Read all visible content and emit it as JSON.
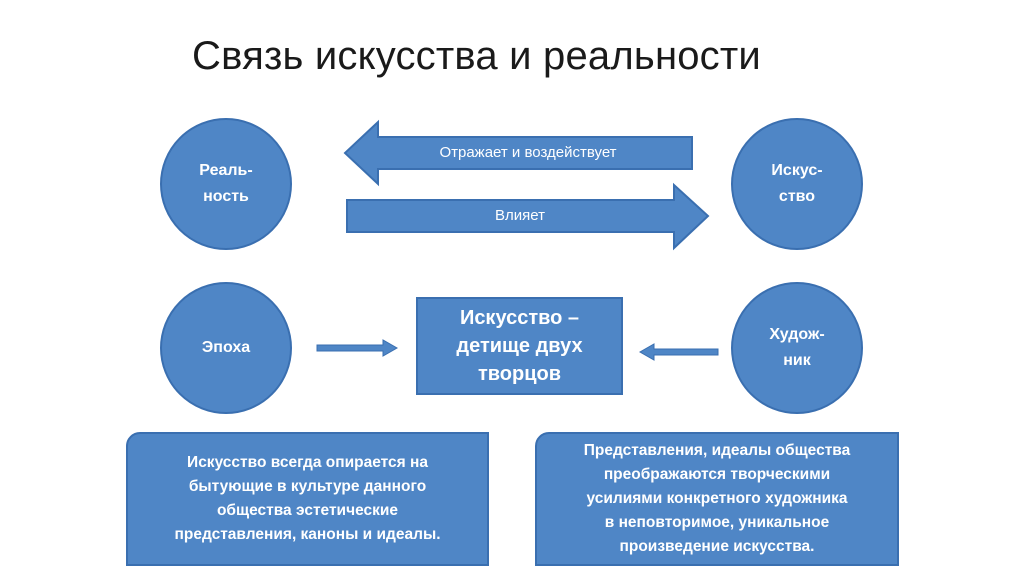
{
  "title": "Связь искусства и реальности",
  "nodes": {
    "reality": [
      "Реаль-",
      "ность"
    ],
    "art": [
      "Искус-",
      "ство"
    ],
    "epoch": [
      "Эпоха"
    ],
    "artist": [
      "Худож-",
      "ник"
    ]
  },
  "arrows": {
    "reflects": "Отражает и воздействует",
    "influences": "Влияет"
  },
  "center": [
    "Искусство –",
    "детище двух",
    "творцов"
  ],
  "notes": {
    "left": [
      "Искусство всегда опирается на",
      "бытующие в культуре данного",
      "общества эстетические",
      "представления, каноны и идеалы."
    ],
    "right": [
      "Представления, идеалы общества",
      "преображаются творческими",
      "усилиями конкретного художника",
      "в неповторимое, уникальное",
      "произведение искусства."
    ]
  },
  "colors": {
    "fill": "#4f86c6",
    "stroke": "#3a6fb0"
  }
}
